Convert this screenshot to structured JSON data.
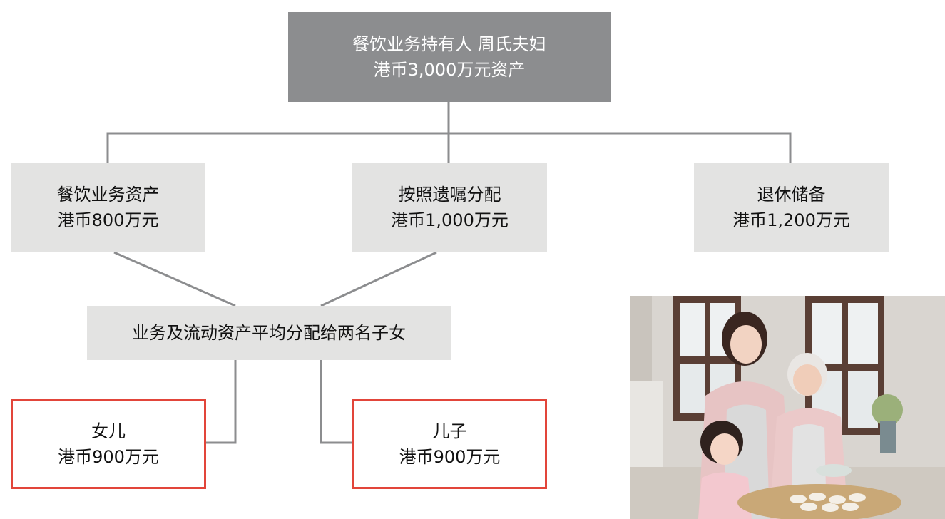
{
  "top": {
    "line1": "餐饮业务持有人 周氏夫妇",
    "line2": "港币3,000万元资产"
  },
  "branches": [
    {
      "line1": "餐饮业务资产",
      "line2": "港币800万元"
    },
    {
      "line1": "按照遗嘱分配",
      "line2": "港币1,000万元"
    },
    {
      "line1": "退休储备",
      "line2": "港币1,200万元"
    }
  ],
  "middle": {
    "label": "业务及流动资产平均分配给两名子女"
  },
  "heirs": [
    {
      "line1": "女儿",
      "line2": "港币900万元"
    },
    {
      "line1": "儿子",
      "line2": "港币900万元"
    }
  ],
  "colors": {
    "top_box": "#8c8d8f",
    "grey_box": "#e3e3e2",
    "heir_border": "#e2453a",
    "connector": "#8c8d8f"
  }
}
